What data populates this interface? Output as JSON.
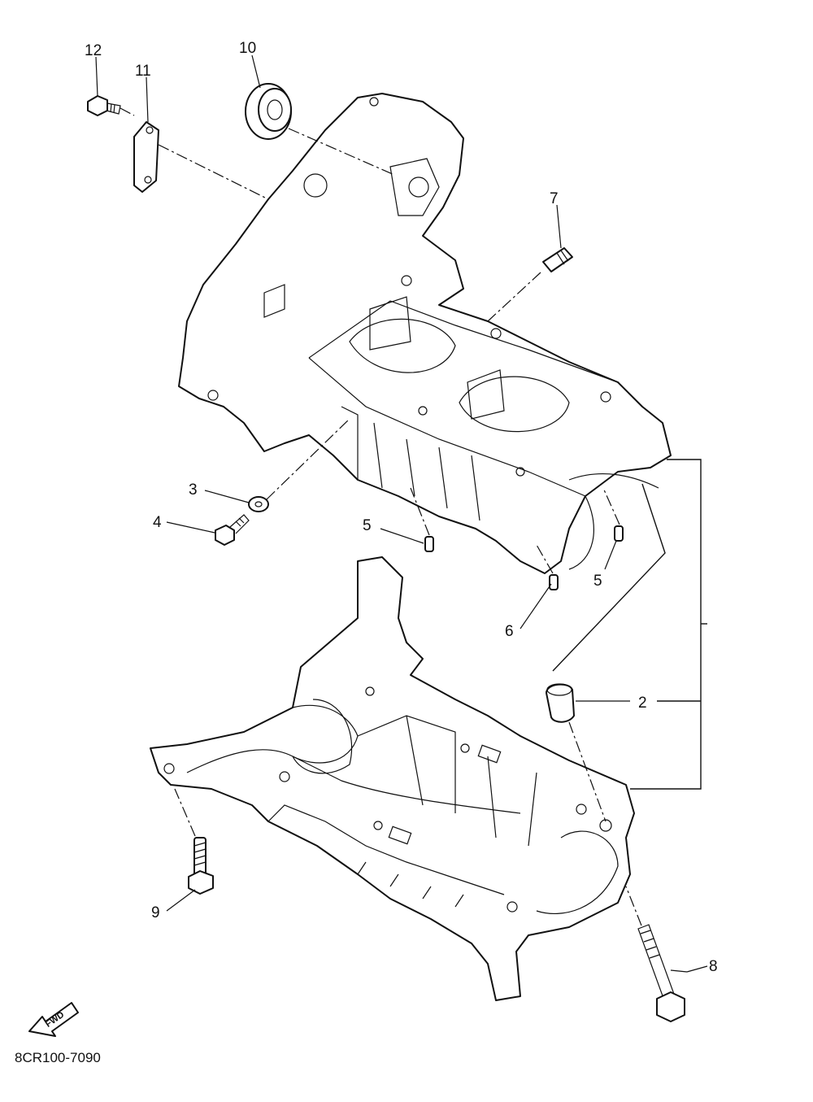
{
  "diagram": {
    "callouts": [
      {
        "id": "12",
        "label": "12"
      },
      {
        "id": "11",
        "label": "11"
      },
      {
        "id": "10",
        "label": "10"
      },
      {
        "id": "7",
        "label": "7"
      },
      {
        "id": "3",
        "label": "3"
      },
      {
        "id": "4",
        "label": "4"
      },
      {
        "id": "5a",
        "label": "5"
      },
      {
        "id": "5b",
        "label": "5"
      },
      {
        "id": "6",
        "label": "6"
      },
      {
        "id": "2",
        "label": "2"
      },
      {
        "id": "9",
        "label": "9"
      },
      {
        "id": "8",
        "label": "8"
      }
    ],
    "fwd_label": "FWD",
    "diagram_code": "8CR100-7090"
  }
}
